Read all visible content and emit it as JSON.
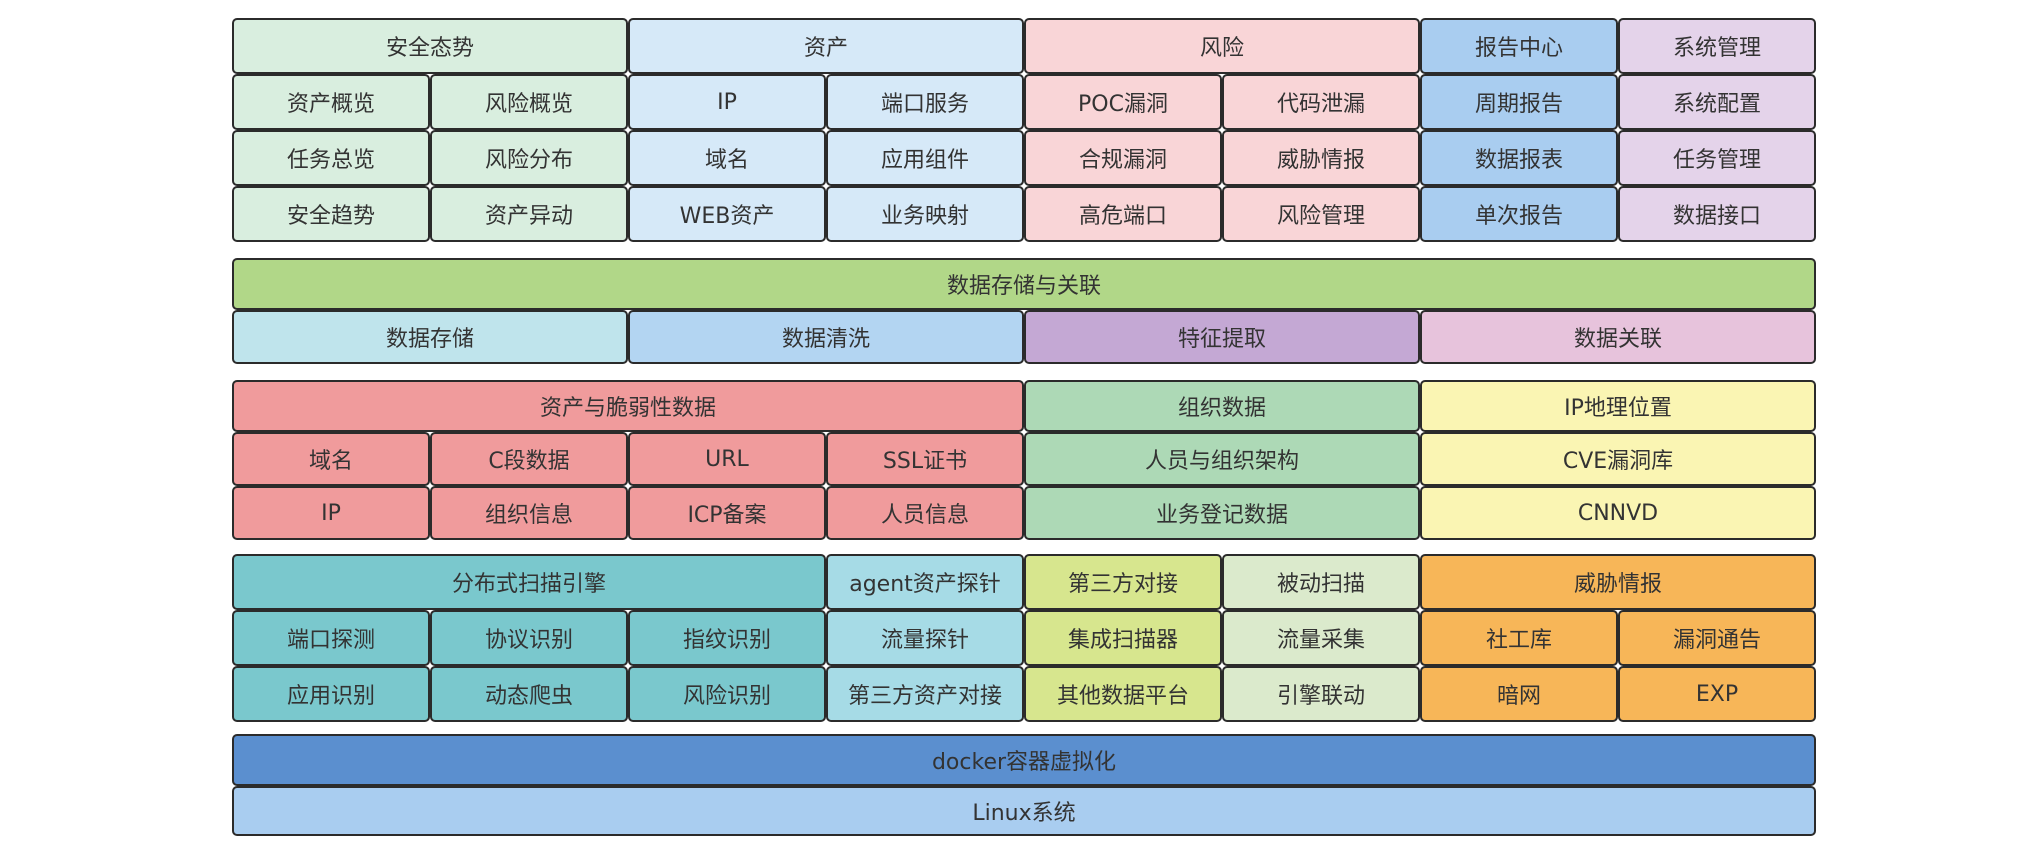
{
  "colors": {
    "security": "#d9eedf",
    "asset": "#d6e9f8",
    "risk": "#f9d5d7",
    "report": "#a9cdf0",
    "system": "#e4d3ea",
    "storage_header": "#b1d788",
    "storage_1": "#bfe4ec",
    "storage_2": "#b3d5f2",
    "storage_3": "#c4a8d4",
    "storage_4": "#e7c3dc",
    "vuln_data": "#f09b9c",
    "org_data": "#add9b6",
    "ip_geo": "#faf5b3",
    "scan_engine": "#7ac8cd",
    "agent": "#a6dbe6",
    "thirdparty": "#d7e68e",
    "passive": "#dbeacc",
    "threat": "#f7b658",
    "docker": "#5b8fcf",
    "linux": "#a9cdf0"
  },
  "layer1": {
    "security_header": "安全态势",
    "asset_header": "资产",
    "risk_header": "风险",
    "report_header": "报告中心",
    "system_header": "系统管理",
    "security_items": [
      "资产概览",
      "风险概览",
      "任务总览",
      "风险分布",
      "安全趋势",
      "资产异动"
    ],
    "asset_items": [
      "IP",
      "端口服务",
      "域名",
      "应用组件",
      "WEB资产",
      "业务映射"
    ],
    "risk_items": [
      "POC漏洞",
      "代码泄漏",
      "合规漏洞",
      "威胁情报",
      "高危端口",
      "风险管理"
    ],
    "report_items": [
      "周期报告",
      "数据报表",
      "单次报告"
    ],
    "system_items": [
      "系统配置",
      "任务管理",
      "数据接口"
    ]
  },
  "layer2": {
    "header": "数据存储与关联",
    "items": [
      "数据存储",
      "数据清洗",
      "特征提取",
      "数据关联"
    ]
  },
  "layer3": {
    "vuln_header": "资产与脆弱性数据",
    "vuln_items": [
      "域名",
      "C段数据",
      "URL",
      "SSL证书",
      "IP",
      "组织信息",
      "ICP备案",
      "人员信息"
    ],
    "org_header": "组织数据",
    "org_items": [
      "人员与组织架构",
      "业务登记数据"
    ],
    "ip_header": "IP地理位置",
    "ip_items": [
      "CVE漏洞库",
      "CNNVD"
    ]
  },
  "layer4": {
    "scan_header": "分布式扫描引擎",
    "scan_items": [
      "端口探测",
      "协议识别",
      "指纹识别",
      "应用识别",
      "动态爬虫",
      "风险识别"
    ],
    "agent_items": [
      "agent资产探针",
      "流量探针",
      "第三方资产对接"
    ],
    "thirdparty_items": [
      "第三方对接",
      "集成扫描器",
      "其他数据平台"
    ],
    "passive_items": [
      "被动扫描",
      "流量采集",
      "引擎联动"
    ],
    "threat_header": "威胁情报",
    "threat_items": [
      "社工库",
      "漏洞通告",
      "暗网",
      "EXP"
    ]
  },
  "layer5": {
    "docker": "docker容器虚拟化",
    "linux": "Linux系统"
  }
}
